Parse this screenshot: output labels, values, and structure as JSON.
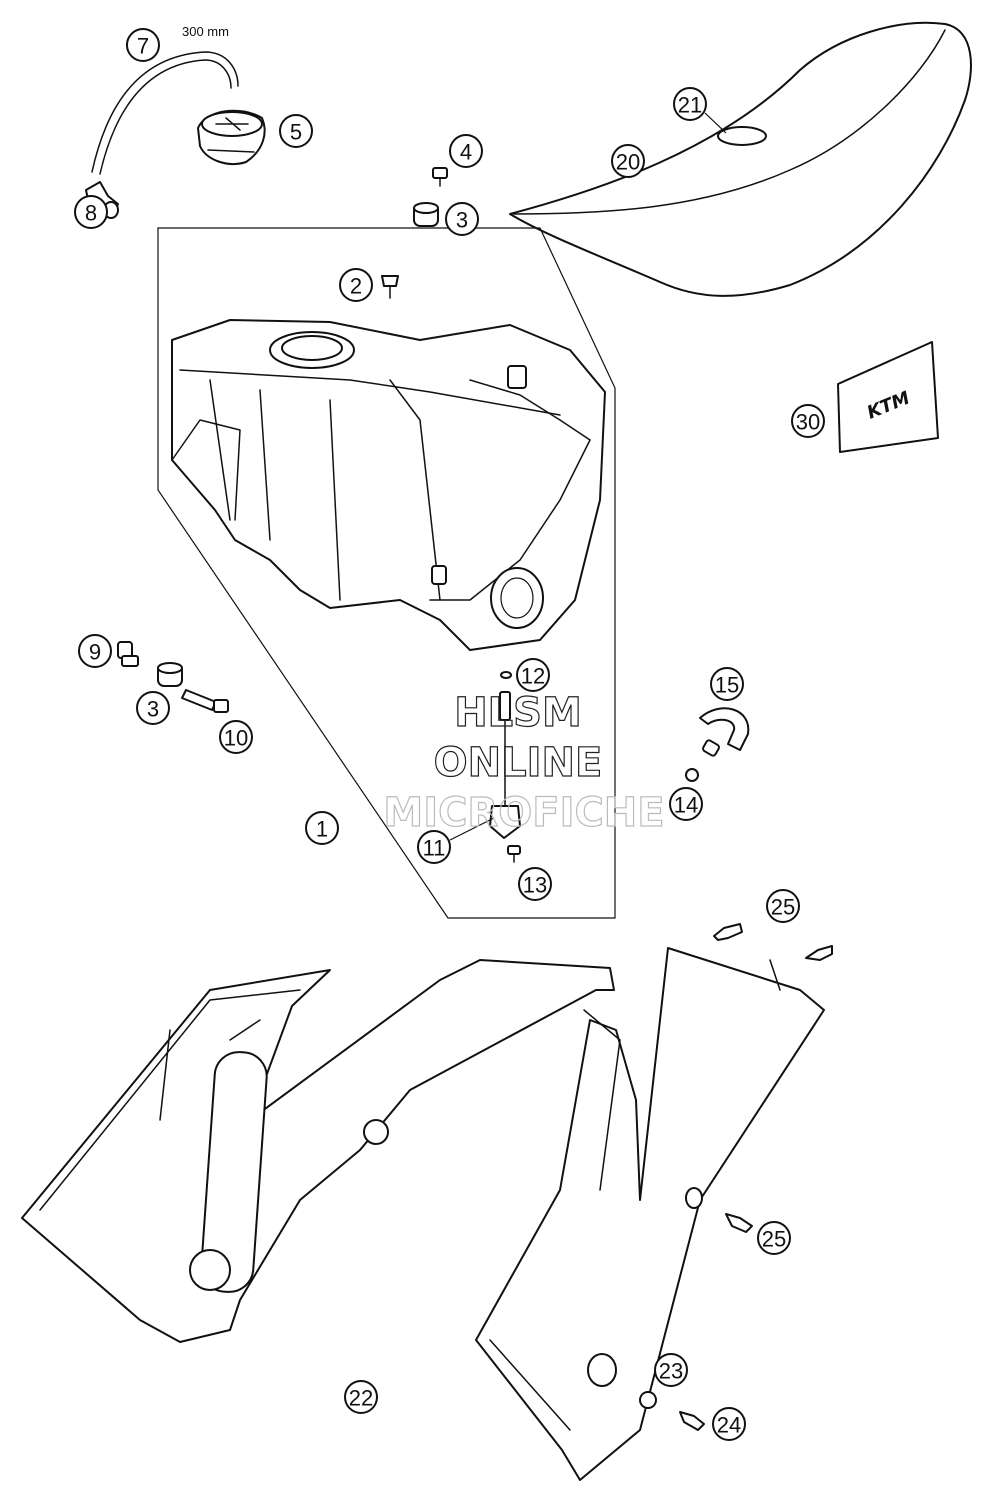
{
  "dimension_label": "300 mm",
  "callouts": {
    "c1": "1",
    "c2": "2",
    "c3a": "3",
    "c3b": "3",
    "c4": "4",
    "c5": "5",
    "c7": "7",
    "c8": "8",
    "c9": "9",
    "c10": "10",
    "c11": "11",
    "c12": "12",
    "c13": "13",
    "c14": "14",
    "c15": "15",
    "c20": "20",
    "c21": "21",
    "c22": "22",
    "c23": "23",
    "c24": "24",
    "c25a": "25",
    "c25b": "25",
    "c30": "30"
  },
  "watermark": {
    "line1": "HLSM",
    "line2": "ONLINE",
    "line3": "MICROFICHE"
  },
  "decal_logo": "KTM"
}
